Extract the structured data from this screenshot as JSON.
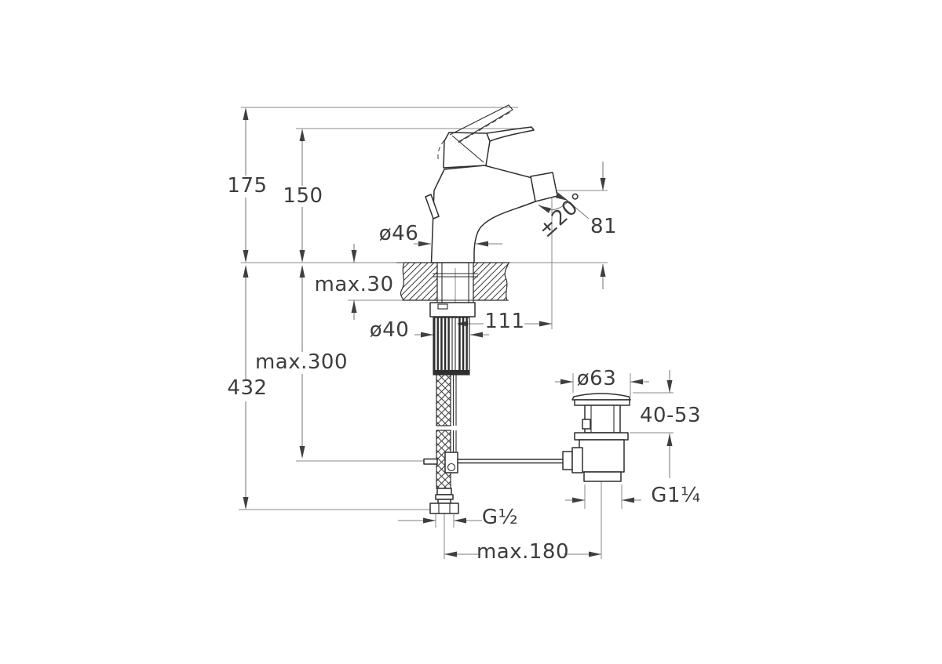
{
  "drawing": {
    "kind": "technical dimensional drawing",
    "subject": "single-lever bidet mixer with pop-up waste, side elevation",
    "units": "mm"
  },
  "colors": {
    "background": "#ffffff",
    "object_line": "#2f2f2f",
    "dimension_line": "#7d7d7d",
    "text": "#3d3d3d"
  },
  "labels": {
    "height_handle_raised": "175",
    "height_handle_rest": "150",
    "spout_swivel_angle": "±20°",
    "spout_outlet_height": "81",
    "body_base_diameter": "ø46",
    "deck_max_thickness": "max.30",
    "shank_diameter": "ø40",
    "spout_reach": "111",
    "hose_length_below": "max.300",
    "overall_below_deck": "432",
    "waste_cap_diameter": "ø63",
    "waste_deck_range": "40-53",
    "waste_outlet_thread": "G1¼",
    "supply_hose_thread": "G½",
    "rod_horizontal_span": "max.180"
  }
}
